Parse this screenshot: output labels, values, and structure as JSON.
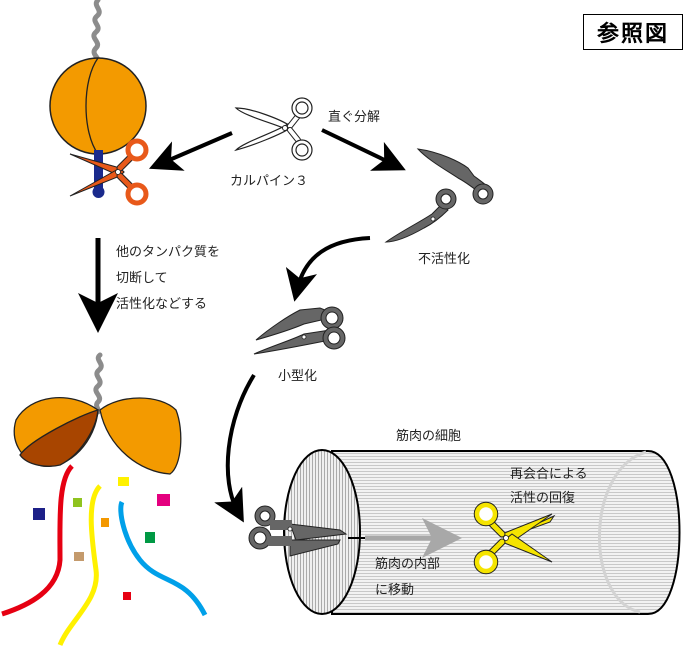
{
  "title_badge": "参照図",
  "labels": {
    "calpain": "カルパイン３",
    "quick_degradation": "直ぐ分解",
    "inactivation": "不活性化",
    "miniaturization": "小型化",
    "cleave_line1": "他のタンパク質を",
    "cleave_line2": "切断して",
    "cleave_line3": "活性化などする",
    "muscle_cell": "筋肉の細胞",
    "reassoc_line1": "再会合による",
    "reassoc_line2": "活性の回復",
    "move_line1": "筋肉の内部",
    "move_line2": "に移動"
  },
  "colors": {
    "protein_orange": "#f39a00",
    "protein_dark": "#a84500",
    "active_scissors": "#e8591a",
    "inactive_scissors": "#666666",
    "recovered_scissors": "#f5e400",
    "anchor_blue": "#1a2a8c",
    "tether_gray": "#8c8c8c",
    "fragments": [
      "#e60012",
      "#fff100",
      "#00a0e9",
      "#1d2088",
      "#8fc31f",
      "#f39800",
      "#c49a6c",
      "#e4007f",
      "#009944",
      "#e60012"
    ]
  }
}
